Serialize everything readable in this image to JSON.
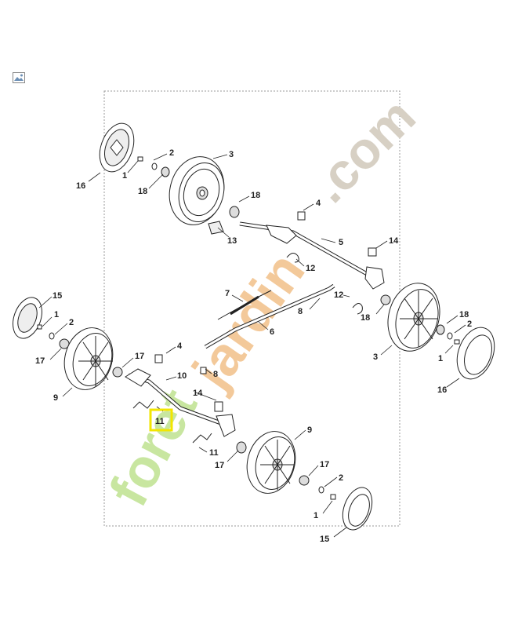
{
  "diagram": {
    "highlight_color": "#f2e600",
    "watermark": {
      "prefix": "foret",
      "middle": "jardin",
      "suffix": ".com",
      "prefix_color": "#c8e6a0",
      "middle_color": "#f3c99a",
      "suffix_color": "#d7d0c4"
    },
    "callouts": [
      {
        "id": "c16a",
        "text": "16"
      },
      {
        "id": "c1a",
        "text": "1"
      },
      {
        "id": "c2a",
        "text": "2"
      },
      {
        "id": "c18a",
        "text": "18"
      },
      {
        "id": "c3a",
        "text": "3"
      },
      {
        "id": "c18b",
        "text": "18"
      },
      {
        "id": "c4a",
        "text": "4"
      },
      {
        "id": "c13",
        "text": "13"
      },
      {
        "id": "c5",
        "text": "5"
      },
      {
        "id": "c14a",
        "text": "14"
      },
      {
        "id": "c12a",
        "text": "12"
      },
      {
        "id": "c7",
        "text": "7"
      },
      {
        "id": "c12b",
        "text": "12"
      },
      {
        "id": "c8a",
        "text": "8"
      },
      {
        "id": "c18c",
        "text": "18"
      },
      {
        "id": "c6",
        "text": "6"
      },
      {
        "id": "c15a",
        "text": "15"
      },
      {
        "id": "c1b",
        "text": "1"
      },
      {
        "id": "c2b",
        "text": "2"
      },
      {
        "id": "c17a",
        "text": "17"
      },
      {
        "id": "c9a",
        "text": "9"
      },
      {
        "id": "c17b",
        "text": "17"
      },
      {
        "id": "c4b",
        "text": "4"
      },
      {
        "id": "c10",
        "text": "10"
      },
      {
        "id": "c8b",
        "text": "8"
      },
      {
        "id": "c14b",
        "text": "14"
      },
      {
        "id": "c11a",
        "text": "11"
      },
      {
        "id": "c11b",
        "text": "11"
      },
      {
        "id": "c17c",
        "text": "17"
      },
      {
        "id": "c9b",
        "text": "9"
      },
      {
        "id": "c17d",
        "text": "17"
      },
      {
        "id": "c2c",
        "text": "2"
      },
      {
        "id": "c1c",
        "text": "1"
      },
      {
        "id": "c15b",
        "text": "15"
      },
      {
        "id": "c3b",
        "text": "3"
      },
      {
        "id": "c18d",
        "text": "18"
      },
      {
        "id": "c2d",
        "text": "2"
      },
      {
        "id": "c1d",
        "text": "1"
      },
      {
        "id": "c16b",
        "text": "16"
      }
    ]
  }
}
